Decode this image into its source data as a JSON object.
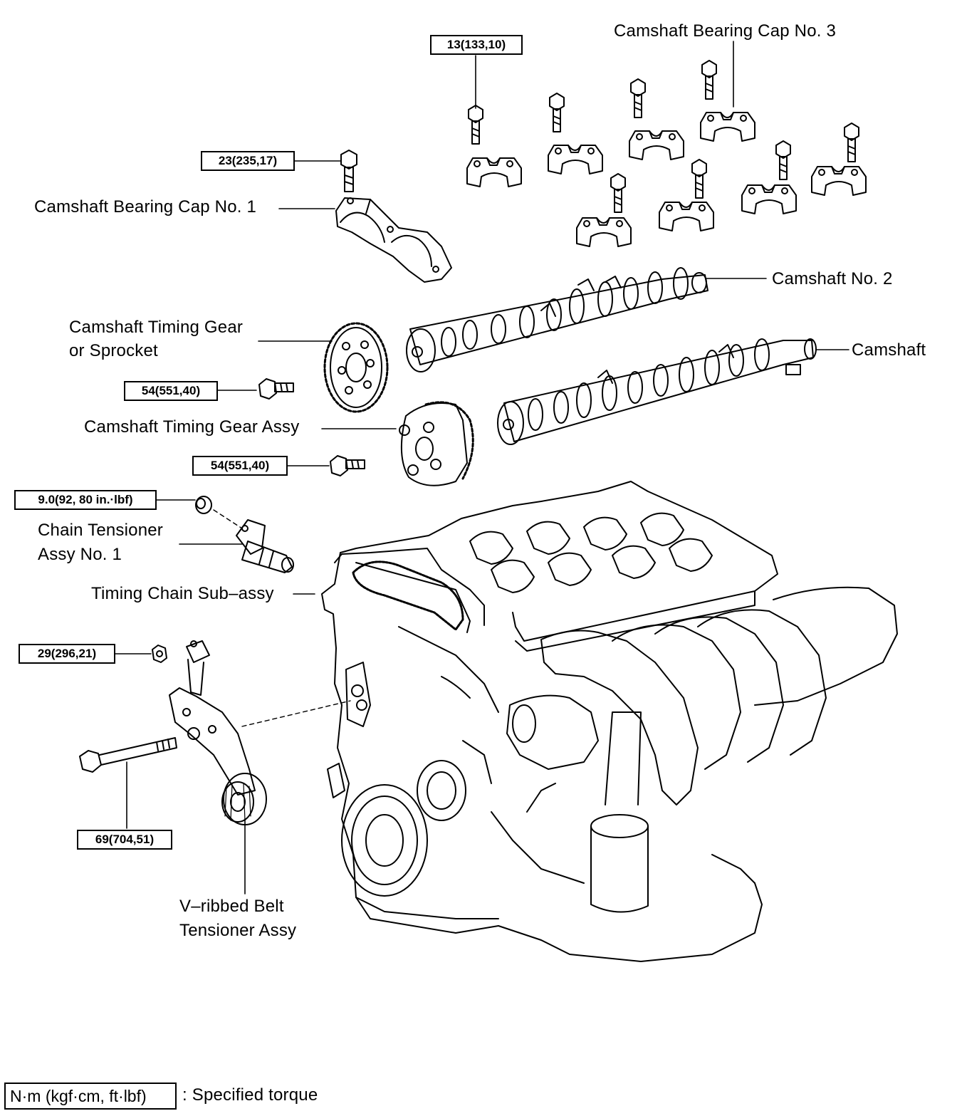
{
  "labels": {
    "cap3": "Camshaft Bearing Cap No. 3",
    "cap1": "Camshaft Bearing Cap No. 1",
    "cam2": "Camshaft No. 2",
    "cam": "Camshaft",
    "gear_line1": "Camshaft Timing Gear",
    "gear_line2": "or Sprocket",
    "gear_assy": "Camshaft Timing Gear Assy",
    "tensioner_line1": "Chain Tensioner",
    "tensioner_line2": "Assy No. 1",
    "chain": "Timing Chain Sub–assy",
    "belt_line1": "V–ribbed Belt",
    "belt_line2": "Tensioner Assy"
  },
  "torques": {
    "cap_bolt": "13(133,10)",
    "cap1_bolt": "23(235,17)",
    "gear_bolt": "54(551,40)",
    "gear_assy_bolt": "54(551,40)",
    "tensioner_nut": "9.0(92, 80 in.·lbf)",
    "belt_nut": "29(296,21)",
    "belt_bolt": "69(704,51)"
  },
  "legend": {
    "unit": "N·m (kgf·cm, ft·lbf)",
    "text": ": Specified torque"
  }
}
